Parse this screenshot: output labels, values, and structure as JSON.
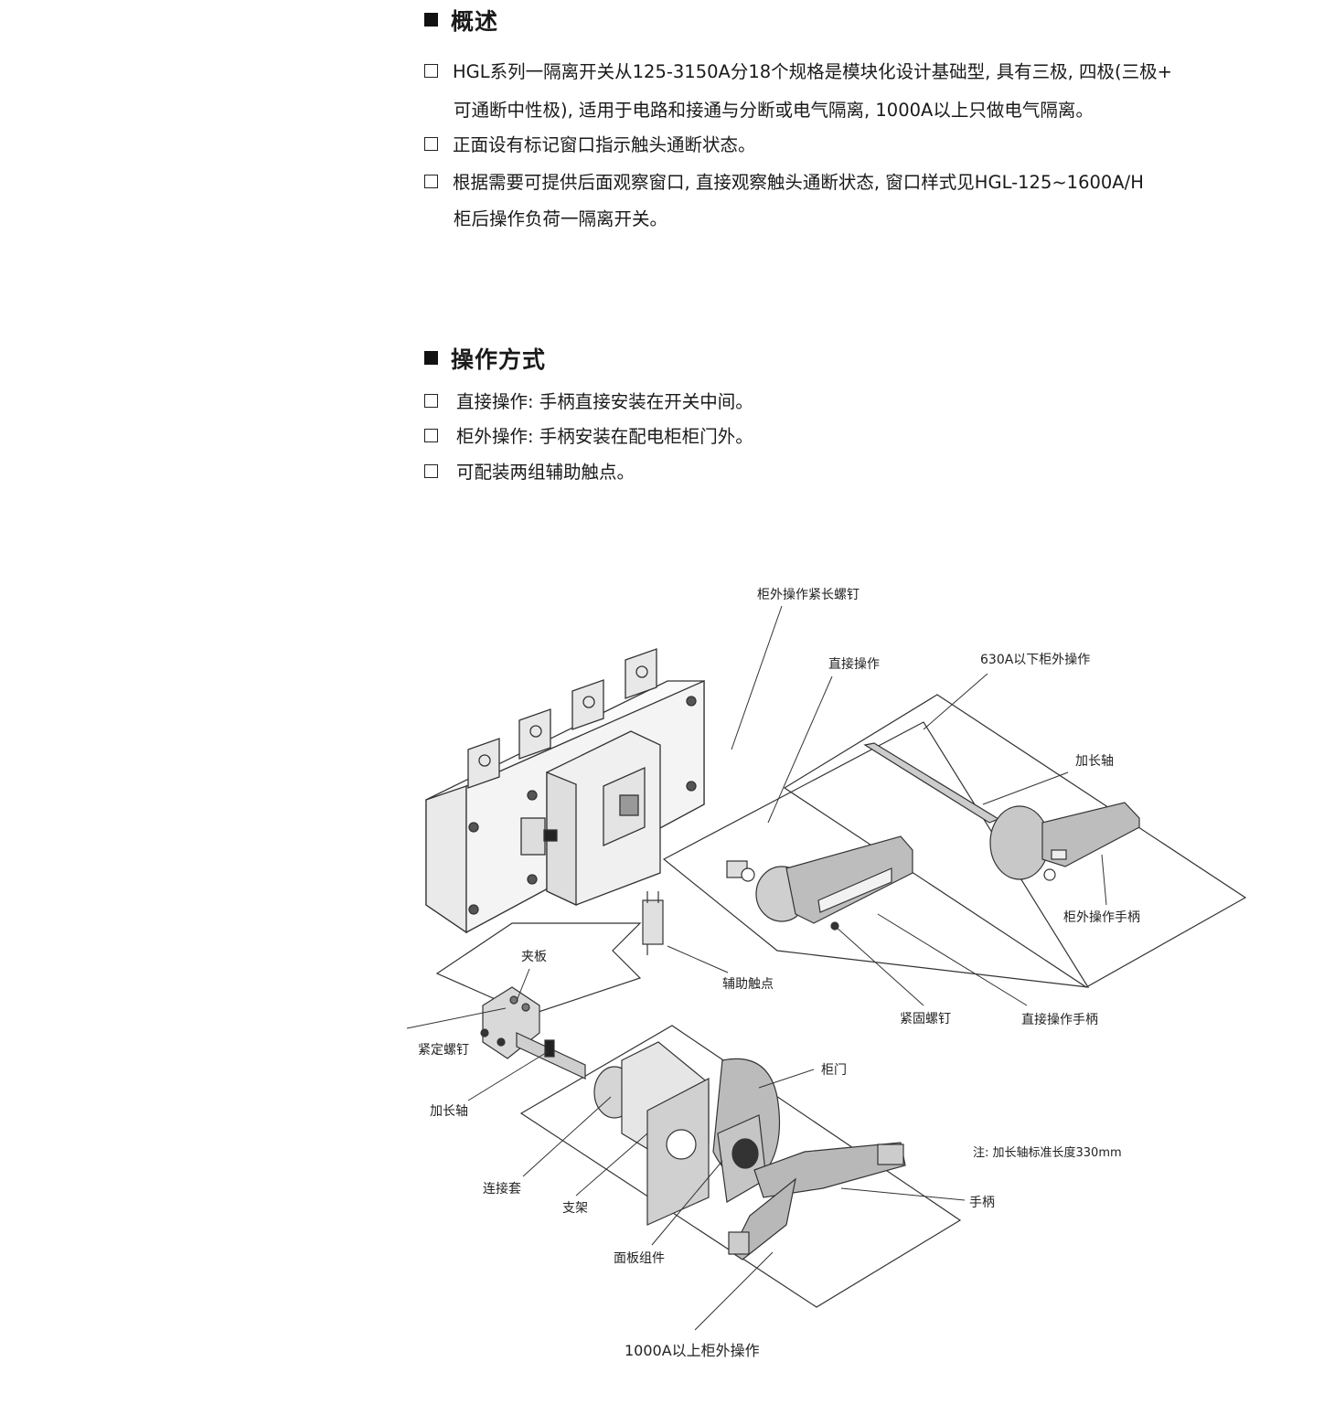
{
  "overview": {
    "title": "概述",
    "items": [
      {
        "line1": "HGL系列一隔离开关从125-3150A分18个规格是模块化设计基础型, 具有三极, 四极(三极+",
        "line2": "可通断中性极), 适用于电路和接通与分断或电气隔离, 1000A以上只做电气隔离。"
      },
      {
        "line1": "正面设有标记窗口指示触头通断状态。",
        "line2": ""
      },
      {
        "line1": "根据需要可提供后面观察窗口, 直接观察触头通断状态, 窗口样式见HGL-125~1600A/H",
        "line2": "柜后操作负荷一隔离开关。"
      }
    ]
  },
  "operation": {
    "title": "操作方式",
    "items": [
      "直接操作: 手柄直接安装在开关中间。",
      "柜外操作: 手柄安装在配电柜柜门外。",
      "可配装两组辅助触点。"
    ]
  },
  "diagram": {
    "labels": {
      "long_screw": "柜外操作紧长螺钉",
      "direct_op": "直接操作",
      "below_630": "630A以下柜外操作",
      "extension_shaft_top": "加长轴",
      "outside_handle": "柜外操作手柄",
      "aux_contact": "辅助触点",
      "clamp_plate": "夹板",
      "fixing_screw": "紧定螺钉",
      "set_screw": "紧固螺钉",
      "direct_handle": "直接操作手柄",
      "extension_shaft": "加长轴",
      "cabinet_door": "柜门",
      "note": "注: 加长轴标准长度330mm",
      "coupling": "连接套",
      "bracket": "支架",
      "handle": "手柄",
      "panel_assembly": "面板组件",
      "above_1000": "1000A以上柜外操作"
    }
  }
}
